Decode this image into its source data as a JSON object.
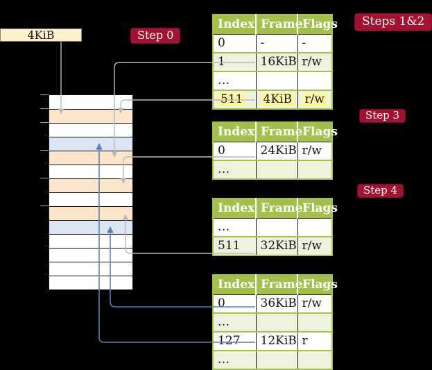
{
  "frame_box": {
    "label": "4KiB"
  },
  "step_badges": {
    "step0": "Step 0",
    "steps12": "Steps 1&2",
    "step3": "Step 3",
    "step4": "Step 4"
  },
  "page_tables": [
    {
      "id": "page-table-1",
      "headers": [
        "Index",
        "Frame",
        "Flags"
      ],
      "rows": [
        {
          "cells": [
            "0",
            "-",
            "-"
          ],
          "shaded": false,
          "highlighted": false
        },
        {
          "cells": [
            "1",
            "16KiB",
            "r/w"
          ],
          "shaded": true,
          "highlighted": false
        },
        {
          "cells": [
            "…",
            "",
            ""
          ],
          "shaded": false,
          "highlighted": false
        },
        {
          "cells": [
            "511",
            "4KiB",
            "r/w"
          ],
          "shaded": true,
          "highlighted": true
        }
      ]
    },
    {
      "id": "page-table-2",
      "headers": [
        "Index",
        "Frame",
        "Flags"
      ],
      "rows": [
        {
          "cells": [
            "0",
            "24KiB",
            "r/w"
          ],
          "shaded": false,
          "highlighted": false
        },
        {
          "cells": [
            "…",
            "",
            ""
          ],
          "shaded": true,
          "highlighted": false
        }
      ]
    },
    {
      "id": "page-table-3",
      "headers": [
        "Index",
        "Frame",
        "Flags"
      ],
      "rows": [
        {
          "cells": [
            "…",
            "",
            ""
          ],
          "shaded": false,
          "highlighted": false
        },
        {
          "cells": [
            "511",
            "32KiB",
            "r/w"
          ],
          "shaded": true,
          "highlighted": false
        }
      ]
    },
    {
      "id": "page-table-4",
      "headers": [
        "Index",
        "Frame",
        "Flags"
      ],
      "rows": [
        {
          "cells": [
            "0",
            "36KiB",
            "r/w"
          ],
          "shaded": false,
          "highlighted": false
        },
        {
          "cells": [
            "…",
            "",
            ""
          ],
          "shaded": true,
          "highlighted": false
        },
        {
          "cells": [
            "127",
            "12KiB",
            "r"
          ],
          "shaded": false,
          "highlighted": false
        },
        {
          "cells": [
            "…",
            "",
            ""
          ],
          "shaded": true,
          "highlighted": false
        }
      ]
    }
  ],
  "memory_column": {
    "rows": [
      "white",
      "peach",
      "white",
      "blue",
      "peach",
      "white",
      "peach",
      "white",
      "peach",
      "blue",
      "white",
      "white",
      "white",
      "white"
    ],
    "tick_rows": [
      0,
      1,
      2,
      4,
      6,
      8
    ]
  },
  "connections": [
    {
      "from": "4KiB-root-box",
      "to": "memory-frame-row-1",
      "color": "gray"
    },
    {
      "from": "page-table-1-row-1",
      "to": "memory-frame-row-4",
      "color": "gray"
    },
    {
      "from": "page-table-1-row-511",
      "to": "memory-frame-row-1",
      "color": "gray"
    },
    {
      "from": "page-table-2-row-0",
      "to": "memory-frame-row-6",
      "color": "gray"
    },
    {
      "from": "page-table-3-row-511",
      "to": "memory-frame-row-8",
      "color": "gray"
    },
    {
      "from": "page-table-4-row-0",
      "to": "memory-frame-row-9",
      "color": "blue"
    },
    {
      "from": "page-table-4-row-127",
      "to": "memory-frame-row-3",
      "color": "blue"
    }
  ],
  "colors": {
    "background": "#000000",
    "badge": "#a31233",
    "table_header": "#a3c14a",
    "row_shade": "#eef2dd",
    "highlight": "#fdf6a2",
    "frame_peach": "#fce5c9",
    "frame_blue": "#d9e5f3",
    "frame_box_fill": "#fbf0ca",
    "arrow_gray": "#b6b9be",
    "arrow_blue": "#5b80b6"
  }
}
